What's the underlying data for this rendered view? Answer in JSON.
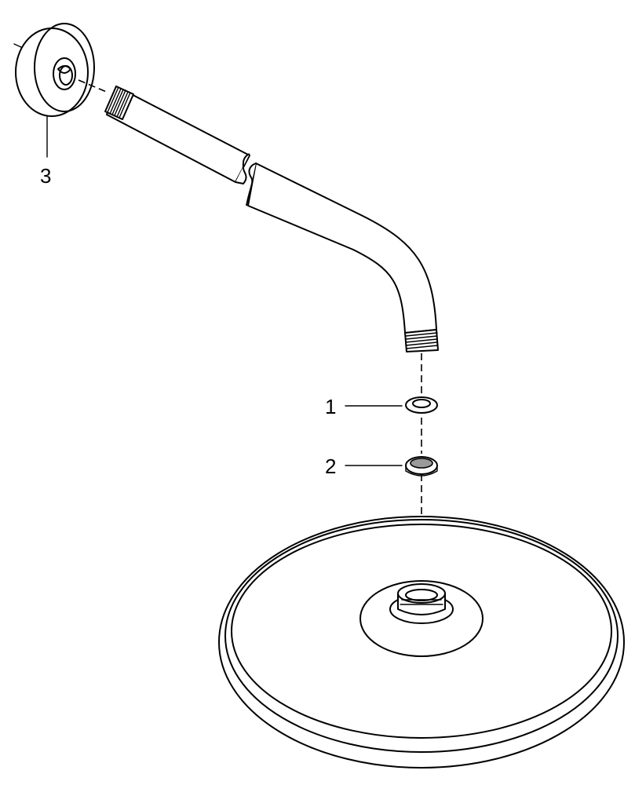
{
  "diagram": {
    "type": "exploded-assembly",
    "callouts": [
      {
        "number": "1"
      },
      {
        "number": "2"
      },
      {
        "number": "3"
      }
    ]
  }
}
